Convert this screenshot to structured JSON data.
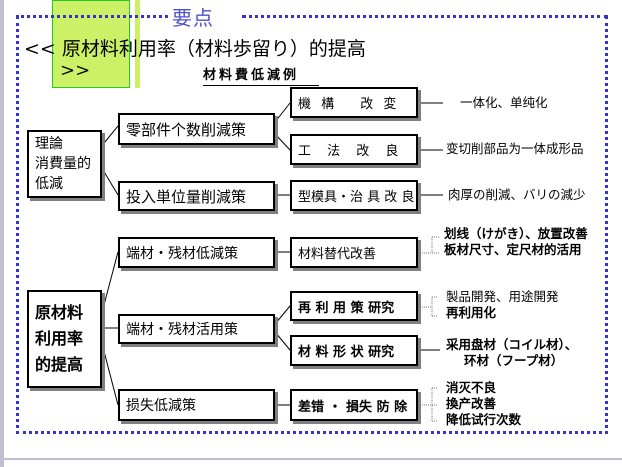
{
  "header": {
    "section_title": "要点",
    "main_title_line1": "<< 原材料利用率（材料歩留り）的提高",
    "main_title_line2": ">>",
    "subtitle": "材料費低減例"
  },
  "diagram": {
    "roots": [
      {
        "label_lines": [
          "理論",
          "消費量的",
          "低減"
        ]
      },
      {
        "label_lines": [
          "原材料",
          "利用率",
          "的提高"
        ]
      }
    ],
    "strategies": [
      {
        "label": "零部件个数削減策"
      },
      {
        "label": "投入単位量削減策"
      },
      {
        "label": "端材・残材低減策"
      },
      {
        "label": "端材・残材活用策"
      },
      {
        "label": "损失低減策"
      }
    ],
    "measures": [
      {
        "label": "機 構　 改 変"
      },
      {
        "label": "工 法 改 良"
      },
      {
        "label": "型模具・治 具 改 良"
      },
      {
        "label": "材料替代改善"
      },
      {
        "label": "再 利 用 策 研究"
      },
      {
        "label": "材 料 形 状 研究"
      },
      {
        "label": "差错 ・ 損失 防 除"
      }
    ],
    "results": [
      {
        "lines": [
          "一体化、单纯化"
        ]
      },
      {
        "lines": [
          "变切削部品为一体成形品"
        ]
      },
      {
        "lines": [
          "肉厚の削減、バリの減少"
        ]
      },
      {
        "lines": [
          "划线（けがき）、放置改善",
          "板材尺寸、定尺材的活用"
        ]
      },
      {
        "lines": [
          "製品開発、用途開発",
          "再利用化"
        ]
      },
      {
        "lines": [
          "采用盘材（コイル材）、",
          "环材（フープ材）"
        ]
      },
      {
        "lines": [
          "消灭不良",
          "換产改善",
          "降低试行次数"
        ]
      }
    ]
  },
  "colors": {
    "dotted_border": "#3333cc",
    "section_title": "#5050c8",
    "highlight_green": "#ccf066"
  }
}
